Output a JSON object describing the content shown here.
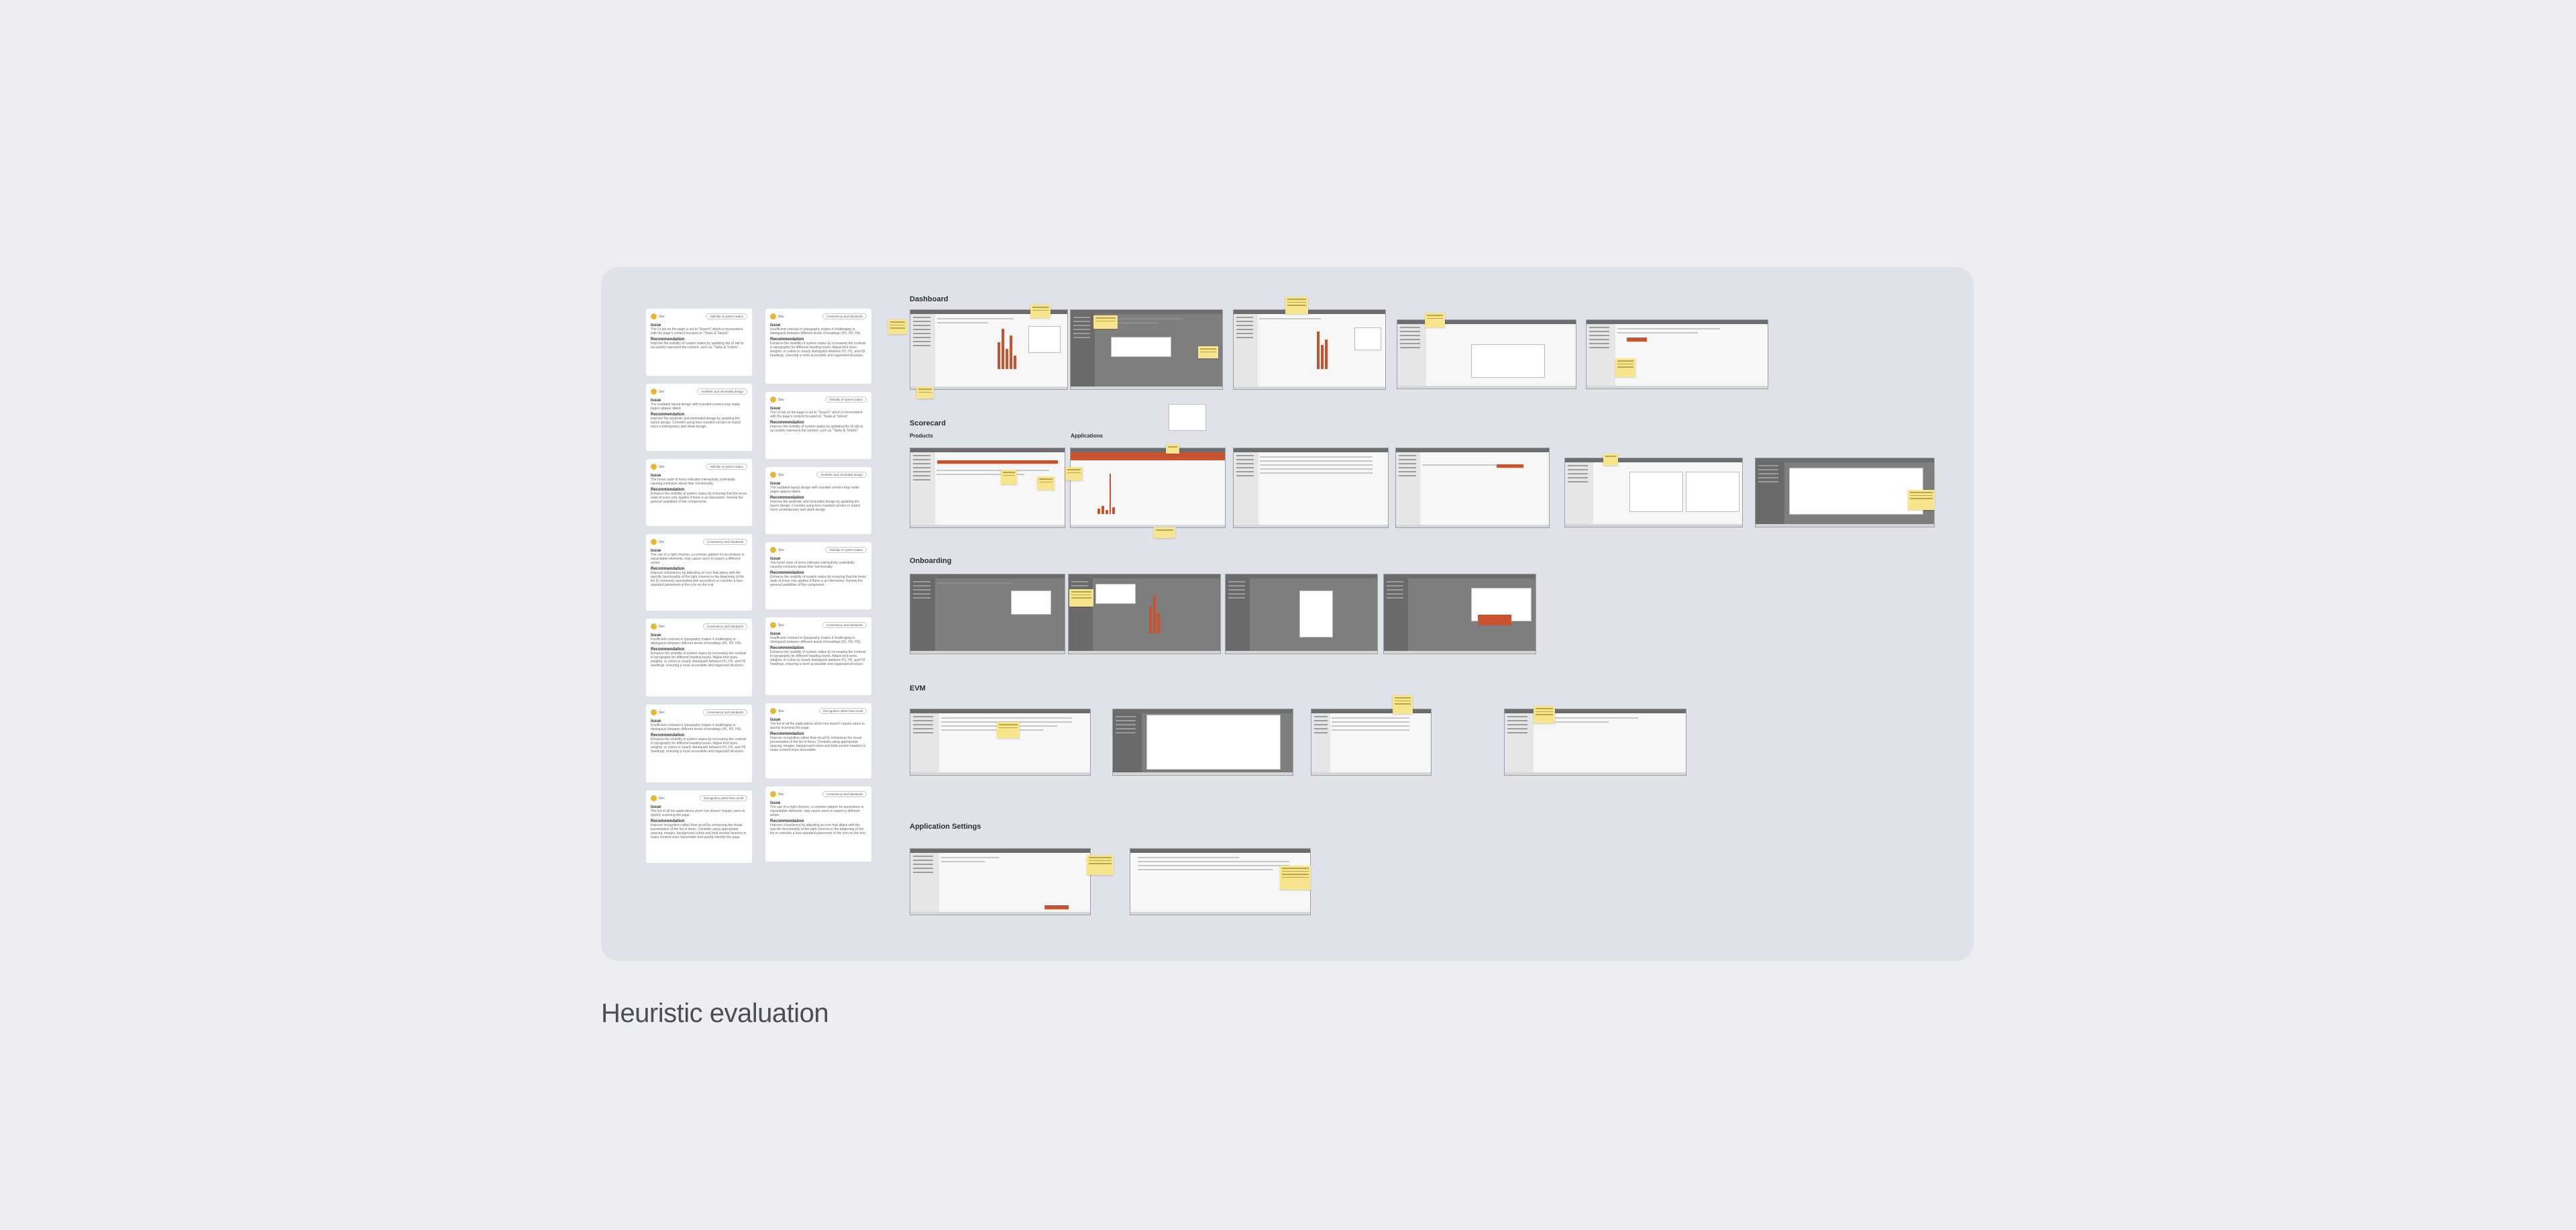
{
  "page": {
    "caption": "Heuristic evaluation"
  },
  "sections": {
    "dashboard": "Dashboard",
    "scorecard": "Scorecard",
    "products": "Products",
    "applications": "Applications",
    "onboarding": "Onboarding",
    "evm": "EVM",
    "app_settings": "Application Settings"
  },
  "colors": {
    "background": "#eceef2",
    "board": "#dfe2e8",
    "accent": "#c9532f",
    "sticky_note": "#f6e58d",
    "severity": "#e8b637"
  },
  "labels": {
    "issue": "Issue",
    "recommendation": "Recommendation",
    "severity": "Sev"
  },
  "cards": {
    "left": [
      {
        "tag": "Visibility of system status",
        "issue": "The UI tab on the page is set to \"Search\" which is inconsistent with the page's content focused on \"Tasks & Tickets\".",
        "recommendation": "Improve the visibility of system status by updating the UI tab to accurately represent the content, such as \"Tasks & Tickets\"."
      },
      {
        "tag": "Aesthetic and minimalist design",
        "issue": "The outdated layout design with rounded corners may make pages appear dated.",
        "recommendation": "Improve the aesthetic and minimalist design by updating the layout design. Consider using less rounded corners to match more contemporary and sleek design."
      },
      {
        "tag": "Visibility of system status",
        "issue": "The hover state of icons indicates interactivity, potentially causing confusion about their functionality.",
        "recommendation": "Enhance the visibility of system status by ensuring that the hover state of icons only applies if there is an interaction. Review the general usabilities of the components."
      },
      {
        "tag": "Consistency and standards",
        "issue": "The use of a right chevron, a common pattern for accordions or expandable elements, may cause users to expect a different action.",
        "recommendation": "Improve consistency by adjusting an icon that aligns with the specific functionality of the right chevron in the beginning of the list (if commonly associated with accordion) or consider a less-standard placement of the icon on the end."
      },
      {
        "tag": "Consistency and standards",
        "issue": "Insufficient contrast in typography makes it challenging to distinguish between different levels of headings (H1, H2, H3).",
        "recommendation": "Enhance the visibility of system status by increasing the contrast in typography for different heading levels. Adjust font sizes, weights, or colors to clearly distinguish between H1, H2, and H3 headings, ensuring a more accessible and organized structure."
      },
      {
        "tag": "Consistency and standards",
        "issue": "Insufficient contrast in typography makes it challenging to distinguish between different levels of headings (H1, H2, H3).",
        "recommendation": "Enhance the visibility of system status by increasing the contrast in typography for different heading levels. Adjust font sizes, weights, or colors to clearly distinguish between H1, H2, and H3 headings, ensuring a more accessible and organized structure."
      },
      {
        "tag": "Recognition rather than recall",
        "issue": "The list of all the applications when one doesn't require users to quickly scanning the page.",
        "recommendation": "Improve recognition rather than recall by enhancing the visual presentation of the list of items. Consider using appropriate spacing, images, background colors and bold section headers to make content more discernible and quickly identify the page."
      }
    ],
    "right": [
      {
        "tag": "Consistency and standards",
        "issue": "Insufficient contrast in typography makes it challenging to distinguish between different levels of headings (H1, H2, H3).",
        "recommendation": "Enhance the visibility of system status by increasing the contrast in typography for different heading levels. Adjust font sizes, weights, or colors to clearly distinguish between H1, H2, and H3 headings, ensuring a more accessible and organized structure."
      },
      {
        "tag": "Visibility of system status",
        "issue": "The UI tab on the page is set to \"Search\" which is inconsistent with the page's content focused on \"Tasks & Tickets\".",
        "recommendation": "Improve the visibility of system status by updating the UI tab to accurately represent the content, such as \"Tasks & Tickets\"."
      },
      {
        "tag": "Aesthetic and minimalist design",
        "issue": "The outdated layout design with rounded corners may make pages appear dated.",
        "recommendation": "Improve the aesthetic and minimalist design by updating the layout design. Consider using less rounded corners to match more contemporary and sleek design."
      },
      {
        "tag": "Visibility of system status",
        "issue": "The hover state of icons indicates interactivity, potentially causing confusion about their functionality.",
        "recommendation": "Enhance the visibility of system status by ensuring that the hover state of icons only applies if there is an interaction. Review the general usabilities of the component."
      },
      {
        "tag": "Consistency and standards",
        "issue": "Insufficient contrast in typography makes it challenging to distinguish between different levels of headings (H1, H2, H3).",
        "recommendation": "Enhance the visibility of system status by increasing the contrast in typography for different heading levels. Adjust font sizes, weights, or colors to clearly distinguish between H1, H2, and H3 headings, ensuring a more accessible and organized structure."
      },
      {
        "tag": "Recognition rather than recall",
        "issue": "The list of all the applications when one doesn't require users to quickly scanning the page.",
        "recommendation": "Improve recognition rather than recall by enhancing the visual presentation of the list of items. Consider using appropriate spacing, images, background colors and bold section headers to make content more discernible."
      },
      {
        "tag": "Consistency and standards",
        "issue": "The use of a right chevron, a common pattern for accordions or expandable elements, may cause users to expect a different action.",
        "recommendation": "Improve consistency by adjusting an icon that aligns with the specific functionality of the right chevron in the beginning of the list or consider a less-standard placement of the icon on the end."
      }
    ]
  }
}
